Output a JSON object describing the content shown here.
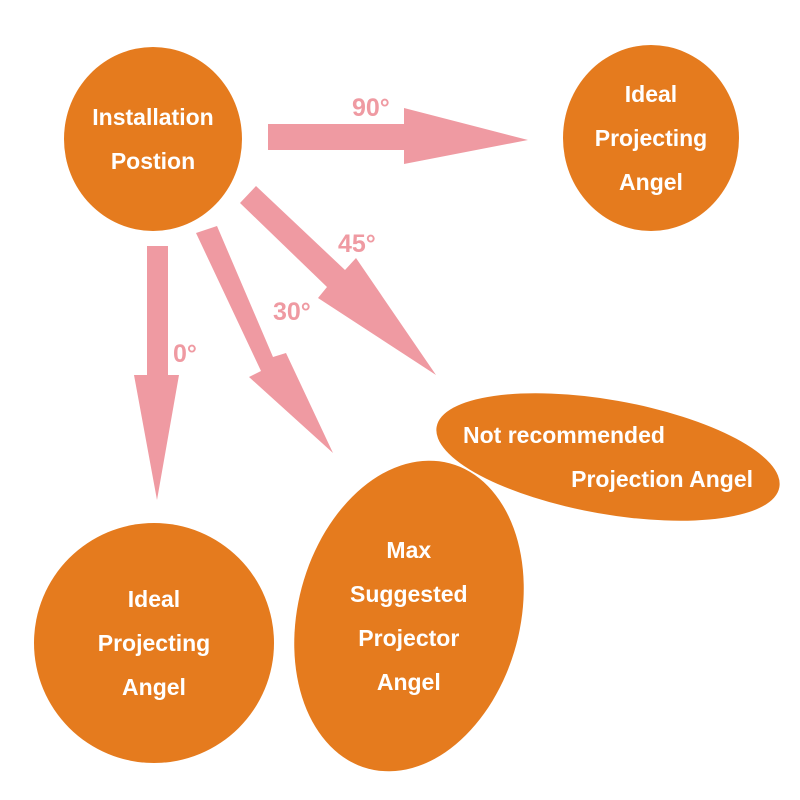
{
  "colors": {
    "node_fill": "#e57b1e",
    "arrow_fill": "#ef9aa2",
    "text": "#ffffff",
    "background": "#ffffff"
  },
  "nodes": {
    "installation": {
      "lines": [
        "Installation",
        "Postion"
      ]
    },
    "ideal_top": {
      "lines": [
        "Ideal",
        "Projecting",
        "Angel"
      ]
    },
    "ideal_bottom": {
      "lines": [
        "Ideal",
        "Projecting",
        "Angel"
      ]
    },
    "max_suggested": {
      "lines": [
        "Max",
        "Suggested",
        "Projector",
        "Angel"
      ]
    },
    "not_recommended": {
      "lines": [
        "Not recommended",
        "Projection Angel"
      ]
    }
  },
  "arrows": [
    {
      "label": "90°",
      "from": "installation",
      "to": "ideal_top"
    },
    {
      "label": "45°",
      "from": "installation",
      "to": "not_recommended"
    },
    {
      "label": "30°",
      "from": "installation",
      "to": "max_suggested"
    },
    {
      "label": "0°",
      "from": "installation",
      "to": "ideal_bottom"
    }
  ]
}
